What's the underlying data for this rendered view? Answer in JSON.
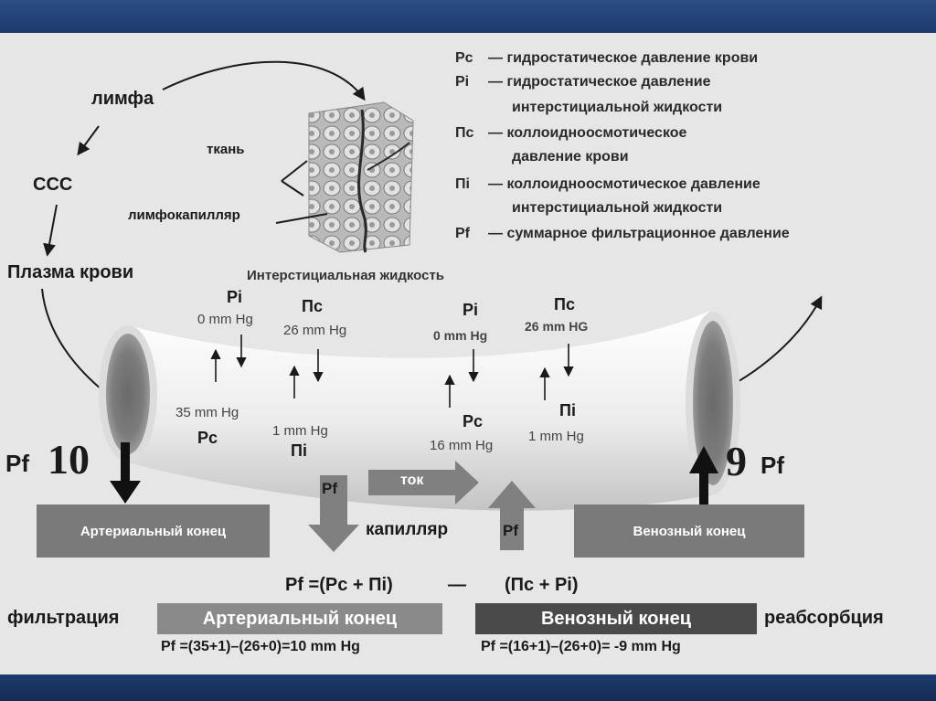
{
  "cycle": {
    "lymph": "лимфа",
    "ccc": "ССС",
    "plasma": "Плазма крови",
    "tissue": "ткань",
    "lymph_capillary": "лимфокапилляр"
  },
  "legend": [
    {
      "sym": "Pc",
      "text": "— гидростатическое давление крови"
    },
    {
      "sym": "Pi",
      "text": "— гидростатическое давление"
    },
    {
      "sym": "",
      "text": "интерстициальной жидкости"
    },
    {
      "sym": "Пс",
      "text": "— коллоидноосмотическое"
    },
    {
      "sym": "",
      "text": "давление крови"
    },
    {
      "sym": "Пi",
      "text": "— коллоидноосмотическое давление"
    },
    {
      "sym": "",
      "text": "интерстициальной жидкости"
    },
    {
      "sym": "Pf",
      "text": "— суммарное фильтрационное давление"
    }
  ],
  "interstitial_label": "Интерстициальная жидкость",
  "arterial_top": {
    "pi_sym": "Pi",
    "pi_val": "0 mm Hg",
    "pc_sym": "Пс",
    "pc_val": "26 mm Hg"
  },
  "venous_top": {
    "pi_sym": "Pi",
    "pi_val": "0 mm Hg",
    "pc_sym": "Пс",
    "pc_val": "26 mm HG"
  },
  "arterial_inner": {
    "pc_val": "35 mm Hg",
    "pc_sym": "Pc",
    "pi_val": "1 mm Hg",
    "pi_sym": "Пi"
  },
  "venous_inner": {
    "pc_sym": "Pc",
    "pc_val": "16 mm Hg",
    "pi_sym": "Пi",
    "pi_val": "1 mm Hg"
  },
  "pf_left": {
    "sym": "Pf",
    "val": "10"
  },
  "pf_right": {
    "val": "9",
    "sym": "Pf"
  },
  "flow_label": "ток",
  "pf_down": "Pf",
  "pf_up": "Pf",
  "capillary_label": "капилляр",
  "arterial_end": "Артериальный конец",
  "venous_end": "Венозный конец",
  "formula": {
    "left": "Pf =(Pc + Пi)",
    "dash": "—",
    "right": "(Пс + Pi)"
  },
  "filtration": "фильтрация",
  "reabsorption": "реабсорбция",
  "arterial_bar": "Артериальный конец",
  "venous_bar": "Венозный конец",
  "calc_arterial": "Pf =(35+1)–(26+0)=10 mm Hg",
  "calc_venous": "Pf =(16+1)–(26+0)= -9 mm Hg",
  "colors": {
    "slide": "#e6e6e6",
    "frame": "#1f3a67",
    "box": "#7a7a7a",
    "dark_box": "#4a4a4a",
    "tube": "#f2f2f2"
  }
}
